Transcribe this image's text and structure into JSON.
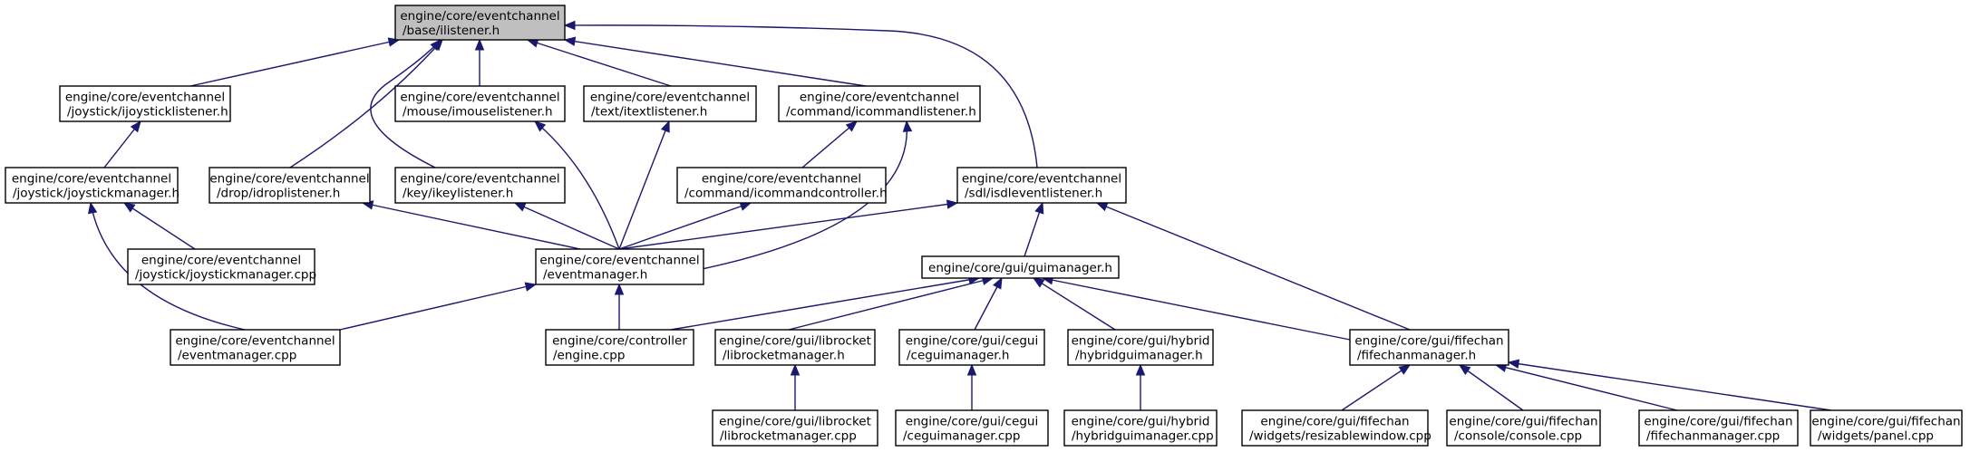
{
  "colors": {
    "edge": "#191970",
    "root_fill": "#bfbfbf",
    "node_fill": "#ffffff",
    "border": "#000000"
  },
  "nodes": {
    "root": [
      "engine/core/eventchannel",
      "/base/ilistener.h"
    ],
    "joysticklistener_h": [
      "engine/core/eventchannel",
      "/joystick/ijoysticklistener.h"
    ],
    "joystickmanager_h": [
      "engine/core/eventchannel",
      "/joystick/joystickmanager.h"
    ],
    "joystickmanager_cpp": [
      "engine/core/eventchannel",
      "/joystick/joystickmanager.cpp"
    ],
    "mouselistener_h": [
      "engine/core/eventchannel",
      "/mouse/imouselistener.h"
    ],
    "textlistener_h": [
      "engine/core/eventchannel",
      "/text/itextlistener.h"
    ],
    "commandlistener_h": [
      "engine/core/eventchannel",
      "/command/icommandlistener.h"
    ],
    "droplistener_h": [
      "engine/core/eventchannel",
      "/drop/idroplistener.h"
    ],
    "keylistener_h": [
      "engine/core/eventchannel",
      "/key/ikeylistener.h"
    ],
    "commandcontroller_h": [
      "engine/core/eventchannel",
      "/command/icommandcontroller.h"
    ],
    "sdleventlistener_h": [
      "engine/core/eventchannel",
      "/sdl/isdleventlistener.h"
    ],
    "eventmanager_h": [
      "engine/core/eventchannel",
      "/eventmanager.h"
    ],
    "eventmanager_cpp": [
      "engine/core/eventchannel",
      "/eventmanager.cpp"
    ],
    "guimanager_h": [
      "engine/core/gui/guimanager.h"
    ],
    "engine_cpp": [
      "engine/core/controller",
      "/engine.cpp"
    ],
    "librocketmanager_h": [
      "engine/core/gui/librocket",
      "/librocketmanager.h"
    ],
    "ceguimanager_h": [
      "engine/core/gui/cegui",
      "/ceguimanager.h"
    ],
    "hybridguimanager_h": [
      "engine/core/gui/hybrid",
      "/hybridguimanager.h"
    ],
    "fifechanmanager_h": [
      "engine/core/gui/fifechan",
      "/fifechanmanager.h"
    ],
    "librocketmanager_cpp": [
      "engine/core/gui/librocket",
      "/librocketmanager.cpp"
    ],
    "ceguimanager_cpp": [
      "engine/core/gui/cegui",
      "/ceguimanager.cpp"
    ],
    "hybridguimanager_cpp": [
      "engine/core/gui/hybrid",
      "/hybridguimanager.cpp"
    ],
    "resizablewindow_cpp": [
      "engine/core/gui/fifechan",
      "/widgets/resizablewindow.cpp"
    ],
    "console_cpp": [
      "engine/core/gui/fifechan",
      "/console/console.cpp"
    ],
    "fifechanmanager_cpp": [
      "engine/core/gui/fifechan",
      "/fifechanmanager.cpp"
    ],
    "panel_cpp": [
      "engine/core/gui/fifechan",
      "/widgets/panel.cpp"
    ]
  },
  "edges": [
    [
      "joysticklistener_h",
      "root"
    ],
    [
      "mouselistener_h",
      "root"
    ],
    [
      "textlistener_h",
      "root"
    ],
    [
      "commandlistener_h",
      "root"
    ],
    [
      "droplistener_h",
      "root"
    ],
    [
      "keylistener_h",
      "root"
    ],
    [
      "sdleventlistener_h",
      "root"
    ],
    [
      "joystickmanager_h",
      "joysticklistener_h"
    ],
    [
      "joystickmanager_cpp",
      "joystickmanager_h"
    ],
    [
      "eventmanager_cpp",
      "joystickmanager_h"
    ],
    [
      "commandcontroller_h",
      "commandlistener_h"
    ],
    [
      "eventmanager_h",
      "mouselistener_h"
    ],
    [
      "eventmanager_h",
      "textlistener_h"
    ],
    [
      "eventmanager_h",
      "commandlistener_h"
    ],
    [
      "eventmanager_h",
      "droplistener_h"
    ],
    [
      "eventmanager_h",
      "keylistener_h"
    ],
    [
      "eventmanager_h",
      "commandcontroller_h"
    ],
    [
      "eventmanager_h",
      "sdleventlistener_h"
    ],
    [
      "guimanager_h",
      "sdleventlistener_h"
    ],
    [
      "fifechanmanager_h",
      "sdleventlistener_h"
    ],
    [
      "eventmanager_cpp",
      "eventmanager_h"
    ],
    [
      "engine_cpp",
      "eventmanager_h"
    ],
    [
      "engine_cpp",
      "guimanager_h"
    ],
    [
      "librocketmanager_h",
      "guimanager_h"
    ],
    [
      "ceguimanager_h",
      "guimanager_h"
    ],
    [
      "hybridguimanager_h",
      "guimanager_h"
    ],
    [
      "fifechanmanager_h",
      "guimanager_h"
    ],
    [
      "librocketmanager_cpp",
      "librocketmanager_h"
    ],
    [
      "ceguimanager_cpp",
      "ceguimanager_h"
    ],
    [
      "hybridguimanager_cpp",
      "hybridguimanager_h"
    ],
    [
      "resizablewindow_cpp",
      "fifechanmanager_h"
    ],
    [
      "console_cpp",
      "fifechanmanager_h"
    ],
    [
      "fifechanmanager_cpp",
      "fifechanmanager_h"
    ],
    [
      "panel_cpp",
      "fifechanmanager_h"
    ]
  ]
}
